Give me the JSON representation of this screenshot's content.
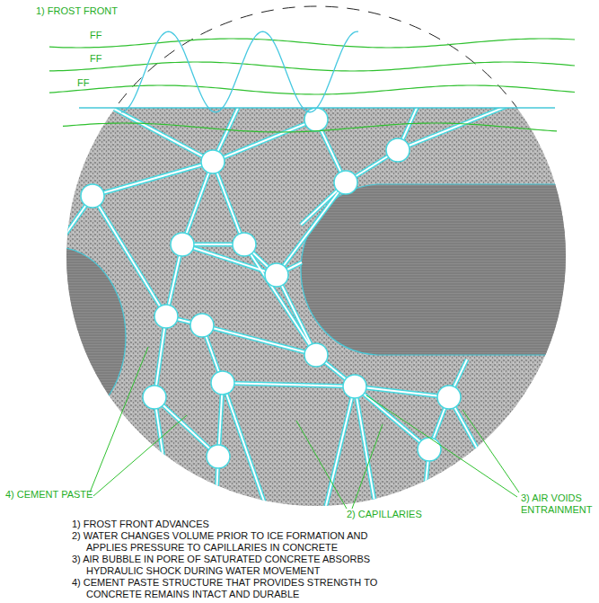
{
  "diagram": {
    "labels": [
      "1) FROST FRONT",
      "FF",
      "FF",
      "FF",
      "4) CEMENT PASTE",
      "2) CAPILLARIES",
      "3) AIR VOIDS ENTRAINMENT",
      "1) FROST FRONT ADVANCES",
      "2) WATER CHANGES VOLUME PRIOR TO ICE FORMATION AND APPLIES PRESSURE TO CAPILLARIES IN CONCRETE",
      "3) AIR BUBBLE IN PORE OF SATURATED CONCRETE ABSORBS HYDRAULIC SHOCK DURING WATER MOVEMENT",
      "4) CEMENT PASTE STRUCTURE THAT PROVIDES STRENGTH TO CONCRETE REMAINS INTACT AND DURABLE"
    ]
  }
}
